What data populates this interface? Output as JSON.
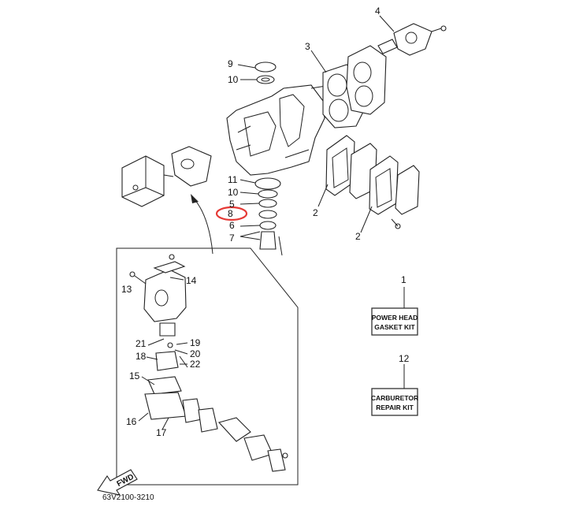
{
  "callouts": {
    "c1": "1",
    "c2a": "2",
    "c2b": "2",
    "c3": "3",
    "c4": "4",
    "c5": "5",
    "c6": "6",
    "c7": "7",
    "c8": "8",
    "c9": "9",
    "c10a": "10",
    "c10b": "10",
    "c11": "11",
    "c12": "12",
    "c13": "13",
    "c14": "14",
    "c15": "15",
    "c16": "16",
    "c17": "17",
    "c18": "18",
    "c19": "19",
    "c20": "20",
    "c21": "21",
    "c22": "22"
  },
  "kits": {
    "power_head_line1": "POWER HEAD",
    "power_head_line2": "GASKET KIT",
    "carburetor_line1": "CARBURETOR",
    "carburetor_line2": "REPAIR KIT"
  },
  "fwd_label": "FWD",
  "diagram_code": "63V2100-3210",
  "highlight": {
    "callout": "8",
    "color": "#e53935"
  }
}
